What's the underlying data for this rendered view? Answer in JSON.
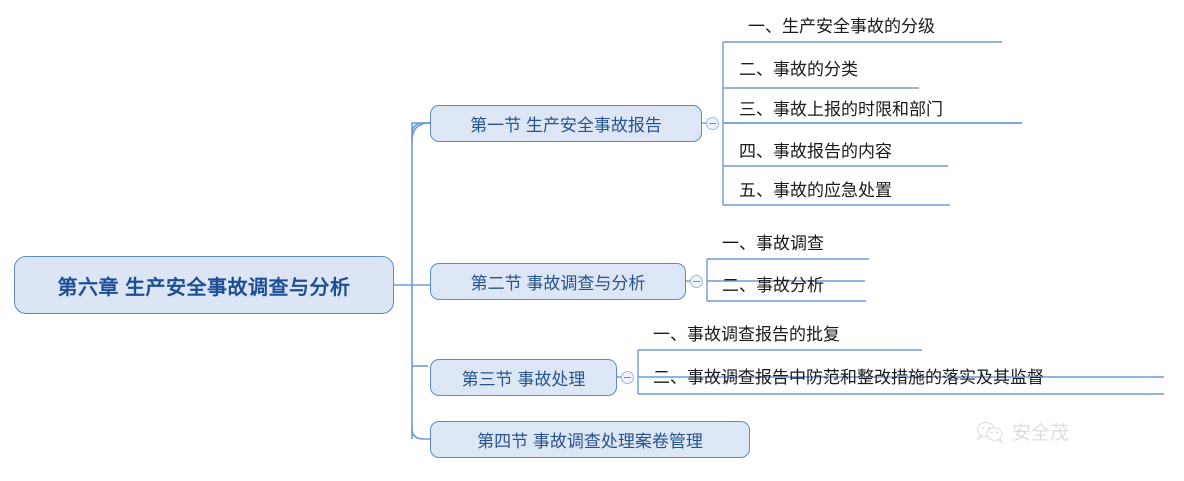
{
  "diagram": {
    "type": "mindmap",
    "title": "第六章 生产安全事故调查与分析",
    "root": {
      "label": "第六章 生产安全事故调查与分析"
    },
    "sections": [
      {
        "label": "第一节 生产安全事故报告",
        "toggle_icon": "collapse-minus-icon",
        "children": [
          {
            "label": "一、生产安全事故的分级"
          },
          {
            "label": "二、事故的分类"
          },
          {
            "label": "三、事故上报的时限和部门"
          },
          {
            "label": "四、事故报告的内容"
          },
          {
            "label": "五、事故的应急处置"
          }
        ]
      },
      {
        "label": "第二节 事故调查与分析",
        "toggle_icon": "collapse-minus-icon",
        "children": [
          {
            "label": "一、事故调查"
          },
          {
            "label": "二、事故分析"
          }
        ]
      },
      {
        "label": "第三节 事故处理",
        "toggle_icon": "collapse-minus-icon",
        "children": [
          {
            "label": "一、事故调查报告的批复"
          },
          {
            "label": "二、事故调查报告中防范和整改措施的落实及其监督"
          }
        ]
      },
      {
        "label": "第四节 事故调查处理案卷管理",
        "children": []
      }
    ]
  },
  "watermark": {
    "icon": "wechat-logo-icon",
    "text": "安全茂"
  },
  "colors": {
    "node_fill": "#dde6f4",
    "node_border": "#5b8cc8",
    "root_text": "#1f4e96",
    "section_text": "#27548f",
    "leaf_text": "#1a1a1a",
    "link": "#6d9bd4",
    "background": "#ffffff"
  }
}
